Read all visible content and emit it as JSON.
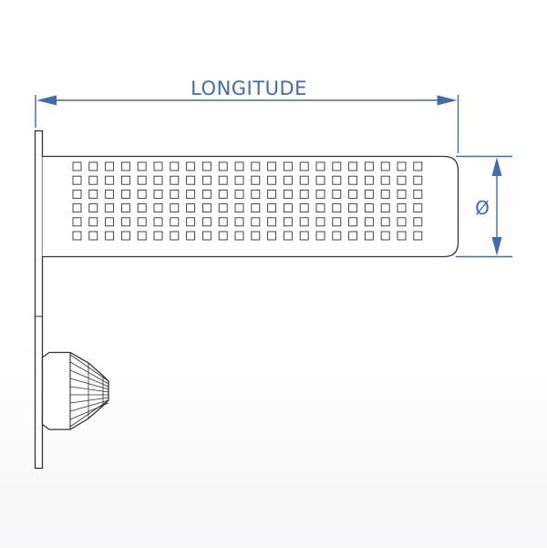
{
  "diagram": {
    "length_label": "LONGITUDE",
    "diameter_label": "Ø"
  },
  "colors": {
    "outline": "#333333",
    "dimension": "#3f6bb3",
    "background": "#ffffff"
  },
  "perforation_grid": {
    "rows": 6,
    "columns": 22
  }
}
